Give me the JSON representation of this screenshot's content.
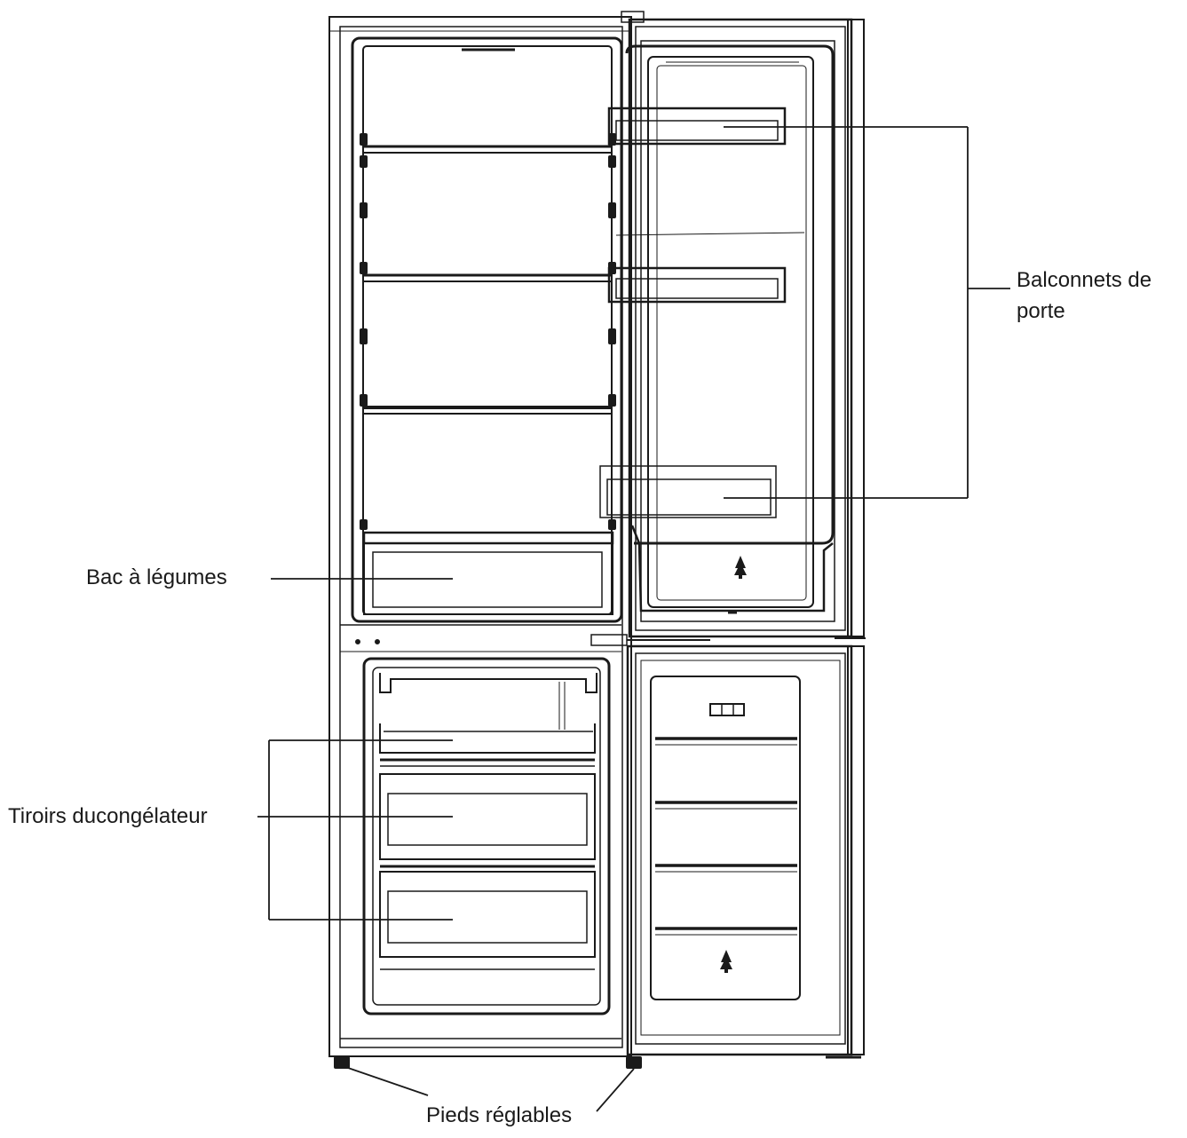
{
  "labels": {
    "balconnets_line1": "Balconnets de",
    "balconnets_line2": "porte",
    "bac_legumes": "Bac à légumes",
    "tiroirs": "Tiroirs ducongélateur",
    "pieds": "Pieds réglables"
  },
  "colors": {
    "line": "#1a1a1a",
    "background": "#ffffff"
  }
}
